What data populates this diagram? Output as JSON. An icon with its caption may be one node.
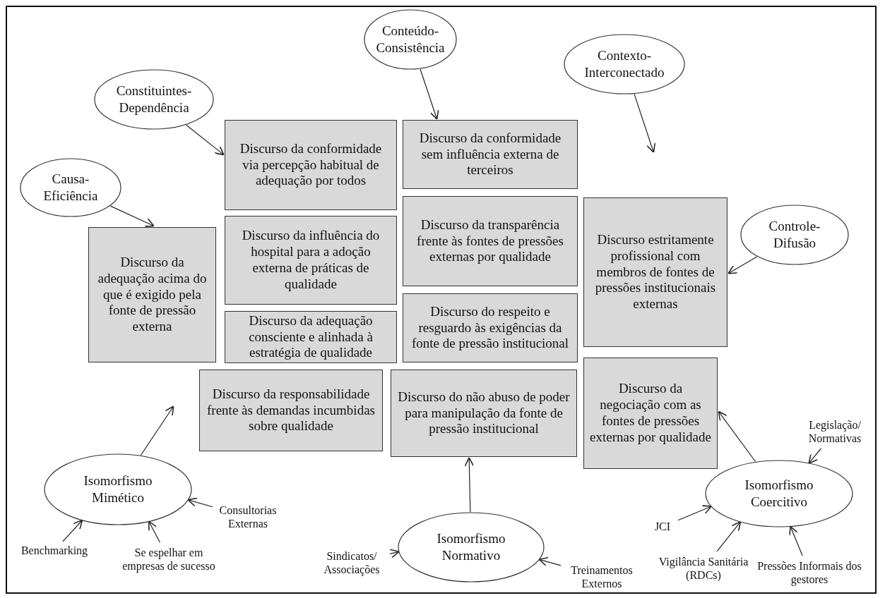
{
  "diagram": {
    "nodes": [
      {
        "text": [
          "Conteúdo-Consistência"
        ]
      },
      {
        "text": [
          "Constituintes-Dependência"
        ]
      },
      {
        "text": [
          "Contexto-Interconectado"
        ]
      },
      {
        "text": [
          "Causa-Eficiência"
        ]
      },
      {
        "text": [
          "Discurso da conformidade via percepção habitual de adequação por todos"
        ]
      },
      {
        "text": [
          "Discurso da conformidade sem influência externa de terceiros"
        ]
      },
      {
        "text": [
          "Controle-Difusão"
        ]
      },
      {
        "text": [
          "Discurso da influência do hospital para a adoção externa de práticas de qualidade"
        ]
      },
      {
        "text": [
          "Discurso da transparência frente às fontes de pressões externas por qualidade"
        ]
      },
      {
        "text": [
          "Discurso estritamente profissional com membros de fontes de pressões institucionais externas"
        ]
      },
      {
        "text": [
          "Discurso da adequação acima do que é exigido pela fonte de pressão externa"
        ]
      },
      {
        "text": [
          "Discurso da adequação consciente e alinhada à estratégia de qualidade"
        ]
      },
      {
        "text": [
          "Discurso do respeito e resguardo às exigências da fonte de pressão institucional"
        ]
      },
      {
        "text": [
          "Discurso da negociação com as fontes de pressões externas por qualidade"
        ]
      },
      {
        "text": [
          "Discurso da responsabilidade frente às demandas incumbidas sobre qualidade"
        ]
      },
      {
        "text": [
          "Discurso do não abuso de poder para manipulação da fonte de pressão institucional"
        ]
      },
      {
        "text": [
          "Legislação/ Normativas"
        ]
      },
      {
        "text": [
          "Isomorfismo Mimético"
        ]
      },
      {
        "text": [
          "Consultorias Externas"
        ]
      },
      {
        "text": [
          "JCI"
        ]
      },
      {
        "text": [
          "Isomorfismo Coercitivo"
        ]
      },
      {
        "text": [
          "Isomorfismo Normativo"
        ]
      },
      {
        "text": [
          "Benchmarking"
        ]
      },
      {
        "text": [
          "Se espelhar em empresas de sucesso"
        ]
      },
      {
        "text": [
          "Vigilância Sanitária (RDCs)"
        ]
      },
      {
        "text": [
          "Pressões Informais dos gestores"
        ]
      },
      {
        "text": [
          "Sindicatos/ Associações"
        ]
      },
      {
        "text": [
          "Treinamentos Externos"
        ]
      }
    ],
    "edges": [
      {
        "from": 0,
        "to": 5,
        "arrow": "to"
      },
      {
        "from": 1,
        "to": 4,
        "arrow": "to"
      },
      {
        "from": 2,
        "to": null,
        "arrow": "to"
      },
      {
        "from": 3,
        "to": 10,
        "arrow": "to"
      },
      {
        "from": 6,
        "to": 9,
        "arrow": "to"
      },
      {
        "from": 17,
        "to": null,
        "arrow": "to"
      },
      {
        "from": 21,
        "to": 15,
        "arrow": "to"
      },
      {
        "from": 20,
        "to": 13,
        "arrow": "to"
      },
      {
        "from": 22,
        "to": 17,
        "arrow": "to"
      },
      {
        "from": 23,
        "to": 17,
        "arrow": "to"
      },
      {
        "from": 18,
        "to": 17,
        "arrow": "to"
      },
      {
        "from": 26,
        "to": 21,
        "arrow": "to"
      },
      {
        "from": 27,
        "to": 21,
        "arrow": "to"
      },
      {
        "from": 16,
        "to": 20,
        "arrow": "to"
      },
      {
        "from": 19,
        "to": 20,
        "arrow": "to"
      },
      {
        "from": 24,
        "to": 20,
        "arrow": "to"
      },
      {
        "from": 25,
        "to": 20,
        "arrow": "to"
      }
    ]
  }
}
